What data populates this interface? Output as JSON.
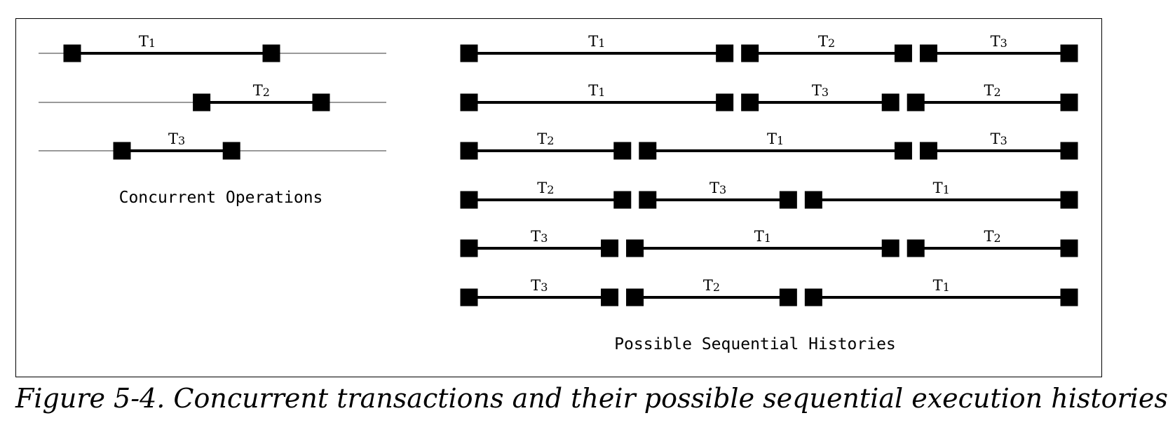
{
  "concurrent": {
    "label": "Concurrent Operations",
    "transactions": [
      {
        "name": "T",
        "sub": "1",
        "start": 1,
        "end": 5
      },
      {
        "name": "T",
        "sub": "2",
        "start": 3.6,
        "end": 6
      },
      {
        "name": "T",
        "sub": "3",
        "start": 2,
        "end": 4.2
      }
    ]
  },
  "sequential": {
    "label": "Possible Sequential Histories",
    "histories": [
      [
        "1",
        "2",
        "3"
      ],
      [
        "1",
        "3",
        "2"
      ],
      [
        "2",
        "1",
        "3"
      ],
      [
        "2",
        "3",
        "1"
      ],
      [
        "3",
        "1",
        "2"
      ],
      [
        "3",
        "2",
        "1"
      ]
    ]
  },
  "caption": "Figure 5-4. Concurrent transactions and their possible sequential execution histories"
}
